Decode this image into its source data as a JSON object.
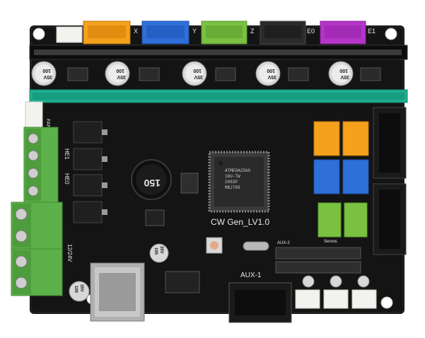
{
  "board": {
    "title": "CW Gen_LV1.0",
    "inductor_label": "150",
    "mcu_text": [
      "ATMEGA2560",
      "16U-TW",
      "2083P",
      "MBJ788"
    ],
    "aux1_label": "AUX-1",
    "aux2_label": "AUX-2",
    "servos_label": "Servos",
    "power_label": "12/24V",
    "fan_label": "FAN",
    "endstop_labels": [
      "X",
      "Y",
      "Z",
      "E0",
      "E1"
    ],
    "terminal_labels": [
      "HE1",
      "HE0"
    ],
    "cap_labels": [
      {
        "volt": "35V",
        "val": "100"
      },
      {
        "volt": "35V",
        "val": "100"
      },
      {
        "volt": "35V",
        "val": "100"
      },
      {
        "volt": "35V",
        "val": "100"
      },
      {
        "volt": "35V",
        "val": "100"
      }
    ],
    "small_cap_labels": [
      {
        "volt": "35V",
        "val": "100"
      },
      {
        "volt": "35V",
        "val": "100"
      }
    ],
    "colors": {
      "pcb": "#141414",
      "white_connector": "#f2f2ef",
      "orange_connector": "#f4a21c",
      "blue_connector": "#2e6fd8",
      "green_connector": "#7ac142",
      "black_connector": "#2b2b2b",
      "purple_connector": "#b535c9",
      "terminal_green": "#5db14a",
      "header_teal": "#1fae8f"
    }
  }
}
